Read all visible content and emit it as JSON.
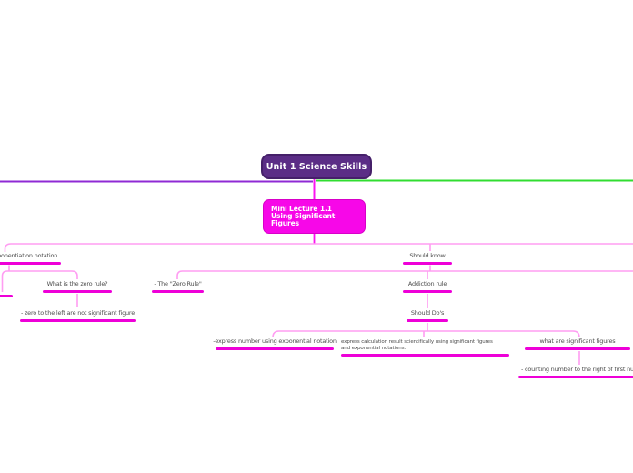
{
  "root": {
    "label": "Unit 1 Science Skills"
  },
  "lecture": {
    "line1": "Mini Lecture 1.1",
    "line2": "Using Significant Figures"
  },
  "topics": {
    "exponentiation": {
      "label": "exponentiation notation"
    },
    "should_know": {
      "label": "Should know"
    },
    "zero_rule_question": {
      "label": "What is the zero rule?"
    },
    "zero_rule": {
      "label": "- The \"Zero Rule\""
    },
    "addiction_rule": {
      "label": "Addiction rule"
    },
    "zero_left": {
      "label": "- zero to the left are not significant figure"
    },
    "should_dos": {
      "label": "Should Do's"
    },
    "express_number": {
      "label": "-express number using exponential notation"
    },
    "express_calculation": {
      "line1": "express calculation result scientifically using significant figures",
      "line2": "and exponential notations."
    },
    "what_are_sig_figs": {
      "label": "what are significant figures"
    },
    "counting_number": {
      "label": "- counting number to the right of first number"
    }
  },
  "colors": {
    "root_fill": "#5b2d86",
    "root_border": "#452069",
    "lecture_fill": "#f707e8",
    "lecture_border": "#d800c8",
    "underline": "#ee00d8",
    "connector": "#ff9df2",
    "branch_magenta": "#fb14f0",
    "branch_purple": "#8f2ad4",
    "branch_green": "#31dd31",
    "label_text": "#4c4c4c",
    "node_text": "#ffffff",
    "background": "#ffffff"
  }
}
